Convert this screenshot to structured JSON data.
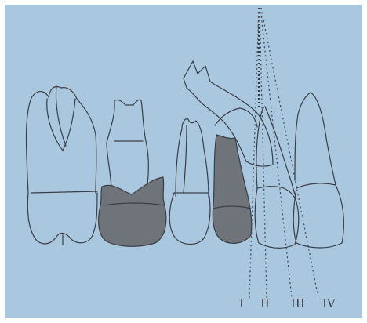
{
  "figure": {
    "projection_labels": [
      "I",
      "II",
      "III",
      "IV"
    ],
    "colors": {
      "background": "#a9c7de",
      "outline": "#3b3e44",
      "shaded_restoration": "#6f737a",
      "projection_lines": "#4b4f56"
    }
  }
}
